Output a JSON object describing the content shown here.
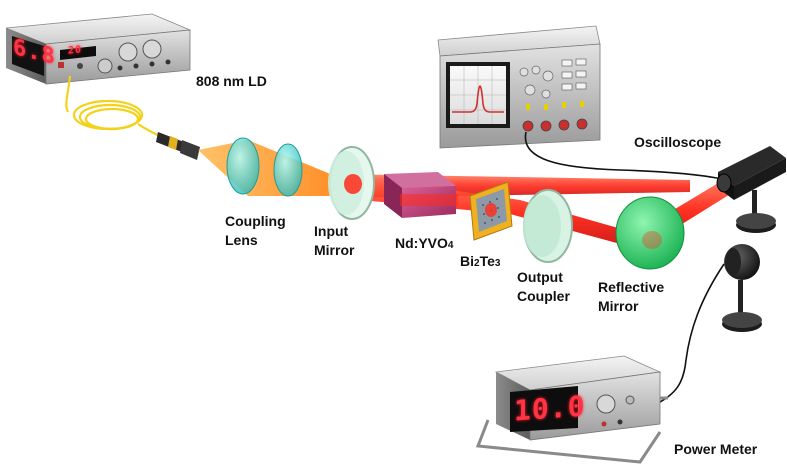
{
  "labels": {
    "ld": "808 nm LD",
    "oscilloscope": "Oscilloscope",
    "coupling_lens": "Coupling Lens",
    "input_mirror": "Input Mirror",
    "crystal": "Nd:YVO4",
    "crystal_main": "Nd:YVO",
    "crystal_sub": "4",
    "saturable_absorber": "Bi2Te3",
    "sa_bi": "Bi",
    "sa_sub": "2",
    "sa_te": "Te",
    "sa_sub2": "3",
    "output_coupler": "Output Coupler",
    "reflective_mirror": "Reflective Mirror",
    "power_meter": "Power Meter"
  },
  "label_lines": {
    "coupling_lens": [
      "Coupling",
      "Lens"
    ],
    "input_mirror": [
      "Input",
      "Mirror"
    ],
    "output_coupler": [
      "Output",
      "Coupler"
    ],
    "reflective_mirror": [
      "Reflective",
      "Mirror"
    ]
  },
  "displays": {
    "ld_main": "6.8",
    "ld_small": "20",
    "power_meter": "10.0"
  },
  "colors": {
    "pump_beam": "#ff8a00",
    "laser_beam": "#ff2a1a",
    "fiber": "#f2d21a",
    "crystal": "#c2447a",
    "lens": "#4fd1cf",
    "reflective_mirror": "#2ecb72",
    "absorber_frame": "#f0b020",
    "led_digits": "#ff3344"
  }
}
